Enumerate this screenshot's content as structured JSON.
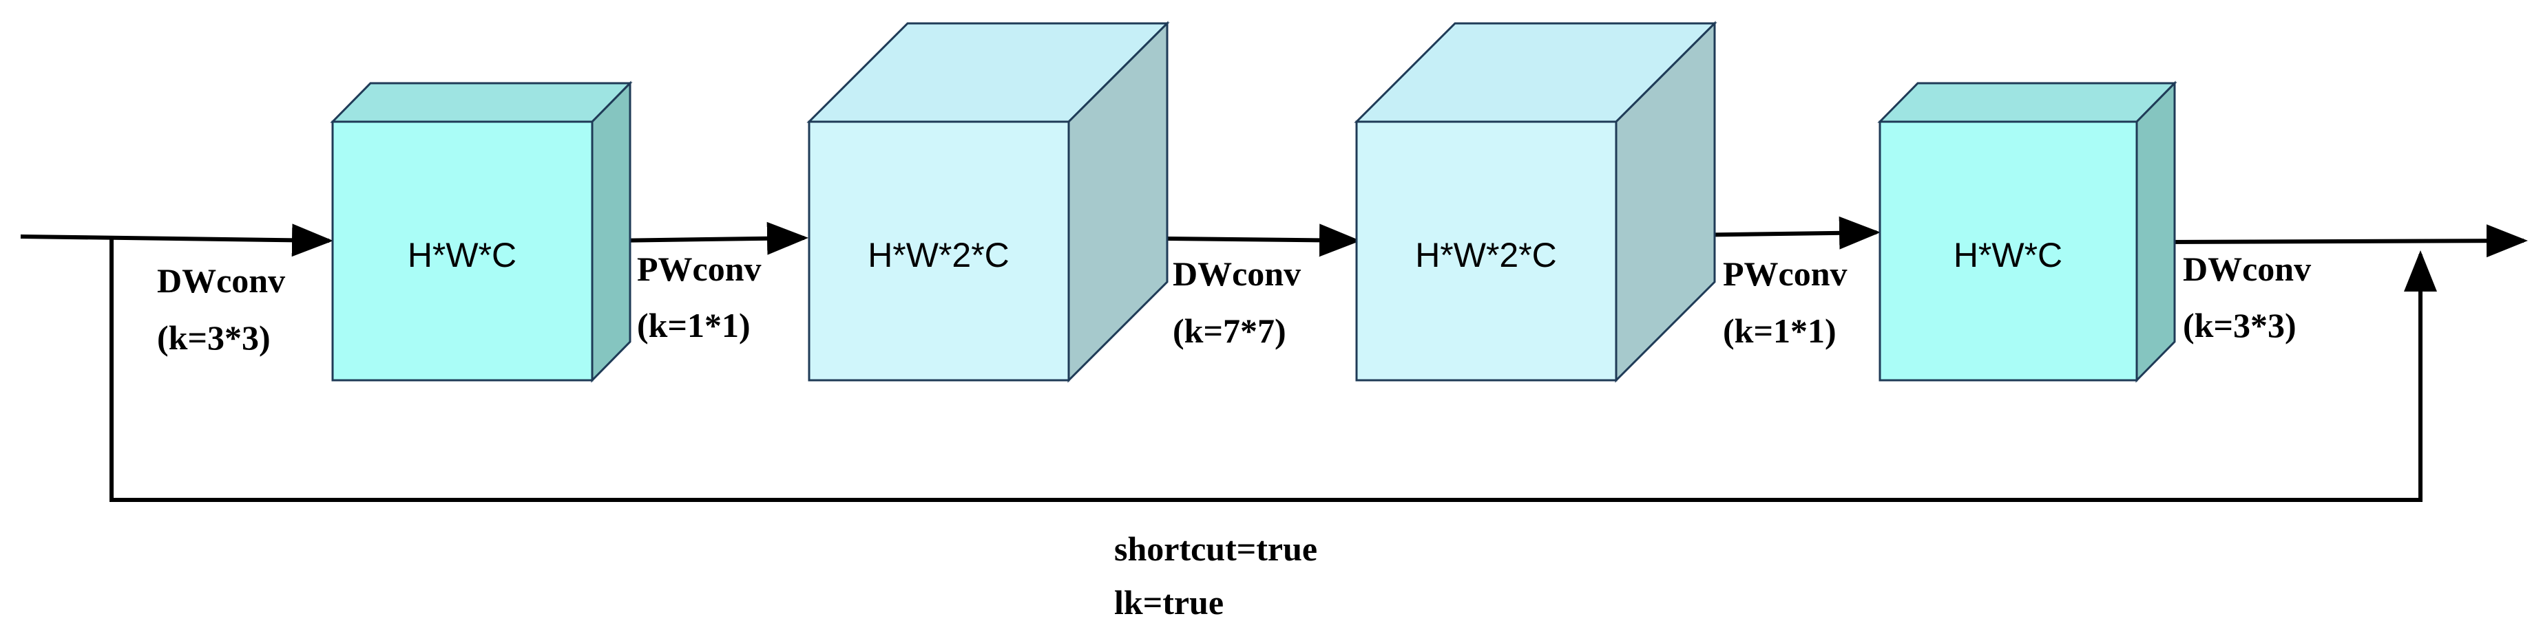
{
  "colors": {
    "cube_light_front": "#d0f6fb",
    "cube_light_top": "#c6eff7",
    "cube_light_side": "#a6c9cc",
    "cube_teal_front": "#aafdf7",
    "cube_teal_top": "#9ee4e2",
    "cube_teal_side": "#85c5c0",
    "edge": "#1f3b57",
    "line": "#000000"
  },
  "boxes": [
    {
      "label": "H*W*C",
      "style": "teal"
    },
    {
      "label": "H*W*2*C",
      "style": "light"
    },
    {
      "label": "H*W*2*C",
      "style": "light"
    },
    {
      "label": "H*W*C",
      "style": "teal"
    }
  ],
  "ops": [
    {
      "name": "DWconv",
      "kernel": "(k=3*3)"
    },
    {
      "name": "PWconv",
      "kernel": "(k=1*1)"
    },
    {
      "name": "DWconv",
      "kernel": "(k=7*7)"
    },
    {
      "name": "PWconv",
      "kernel": "(k=1*1)"
    },
    {
      "name": "DWconv",
      "kernel": "(k=3*3)"
    }
  ],
  "notes": {
    "shortcut": "shortcut=true",
    "lk": "lk=true"
  }
}
